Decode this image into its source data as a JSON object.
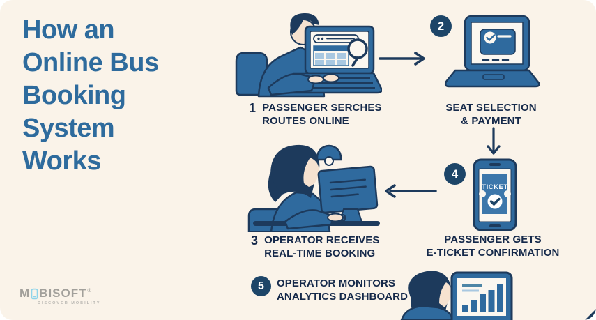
{
  "title": {
    "lines": [
      "How an",
      "Online Bus",
      "Booking",
      "System",
      "Works"
    ]
  },
  "steps": [
    {
      "number": "1",
      "lines": [
        "PASSENGER SERCHES",
        "ROUTES ONLINE"
      ],
      "icon": "passenger-searching-laptop"
    },
    {
      "number": "2",
      "lines": [
        "SEAT SELECTION",
        "& PAYMENT"
      ],
      "icon": "laptop-payment-confirmation"
    },
    {
      "number": "3",
      "lines": [
        "OPERATOR RECEIVES",
        "REAL-TIME BOOKING"
      ],
      "icon": "operator-at-desktop"
    },
    {
      "number": "4",
      "lines": [
        "PASSENGER GETS",
        "E-TICKET CONFIRMATION"
      ],
      "icon": "phone-eticket"
    },
    {
      "number": "5",
      "lines": [
        "OPERATOR MONITORS",
        "ANALYTICS DASHBOARD"
      ],
      "icon": "analytics-dashboard-monitor"
    }
  ],
  "phone": {
    "ticket_label": "TICKET"
  },
  "step5_dashboard": {
    "bars": [
      10,
      17,
      25,
      31,
      40
    ]
  },
  "logo": {
    "part1": "M",
    "part2": "BISOFT",
    "registered": "®",
    "tagline": "DISCOVER MOBILITY"
  },
  "colors": {
    "background": "#faf3e9",
    "title_blue": "#2e6b9d",
    "label_navy": "#15294a",
    "outline_navy": "#1d3a5c",
    "badge_navy": "#1d4568",
    "illustration_blue": "#2f6a9e",
    "ticket_blue": "#3c77ab",
    "light_blue": "#a9c8e1",
    "screen_white": "#fbf7f0",
    "skin": "#f6e2d0",
    "logo_gray": "#a2a09b",
    "logo_phone_blue": "#8fd4ea"
  }
}
